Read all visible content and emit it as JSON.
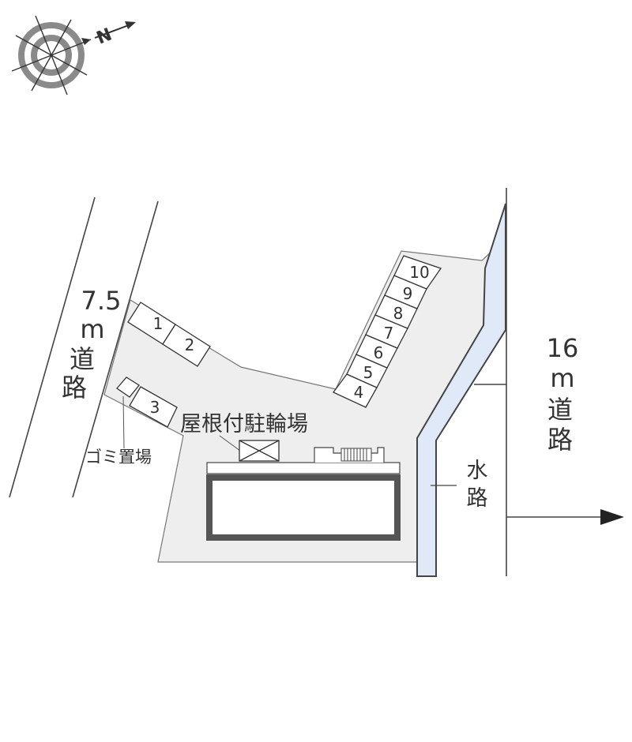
{
  "compass": {
    "north_label": "N"
  },
  "roads": {
    "left": {
      "width_label": "7.5",
      "unit": "m",
      "name_chars": [
        "道",
        "路"
      ]
    },
    "right": {
      "width_label": "16",
      "unit": "m",
      "name_chars": [
        "道",
        "路"
      ]
    }
  },
  "waterway": {
    "chars": [
      "水",
      "路"
    ]
  },
  "bicycle_parking": {
    "label": "屋根付駐輪場"
  },
  "garbage_area": {
    "label": "ゴミ置場"
  },
  "parking_spaces": [
    "1",
    "2",
    "3",
    "4",
    "5",
    "6",
    "7",
    "8",
    "9",
    "10"
  ],
  "colors": {
    "lot_fill": "#eeeeee",
    "outline": "#444444",
    "water": "#dfe9f8",
    "building": "#555555"
  }
}
